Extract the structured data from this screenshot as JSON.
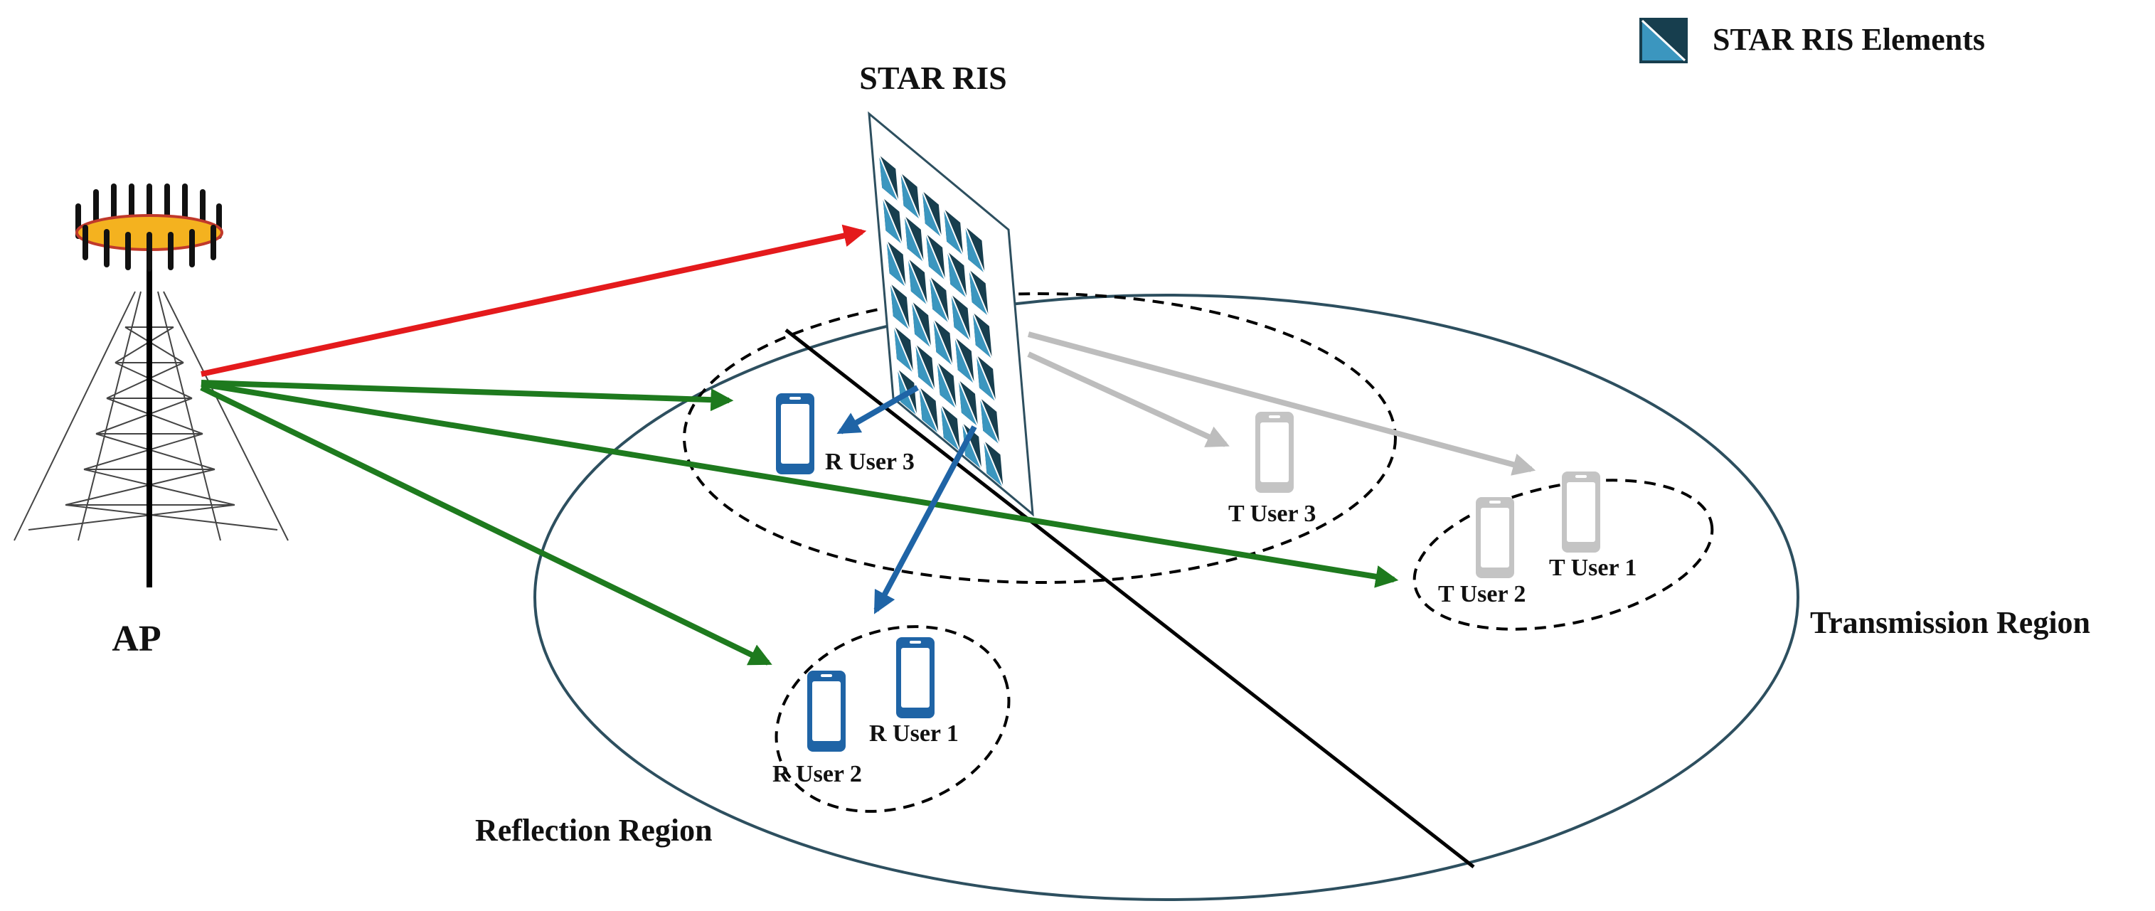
{
  "colors": {
    "background": "#ffffff",
    "line": "#000000",
    "link_ap_to_ris": "#e41a1c",
    "link_ap_to_user": "#1e7a1e",
    "link_reflection": "#1f64a6",
    "link_transmission": "#bdbdbd",
    "reflection_user": "#1f64a6",
    "transmission_user": "#c4c4c4",
    "region_boundary": "#2d4f5f",
    "ris_element_dark": "#173e4e",
    "ris_element_light": "#3b96bf",
    "tower_ring": "#f4b21f",
    "tower_ring_edge": "#c0392b"
  },
  "labels": {
    "legend": "STAR RIS Elements",
    "ris": "STAR RIS",
    "ap": "AP",
    "transmission_region": "Transmission Region",
    "reflection_region": "Reflection Region",
    "r_user_3": "R User 3",
    "r_user_1": "R User 1",
    "r_user_2": "R User 2",
    "t_user_3": "T User 3",
    "t_user_1": "T User 1",
    "t_user_2": "T User 2"
  },
  "icons": {
    "legend": "star-ris-element-icon",
    "ap": "antenna-tower-icon",
    "user": "smartphone-icon"
  }
}
